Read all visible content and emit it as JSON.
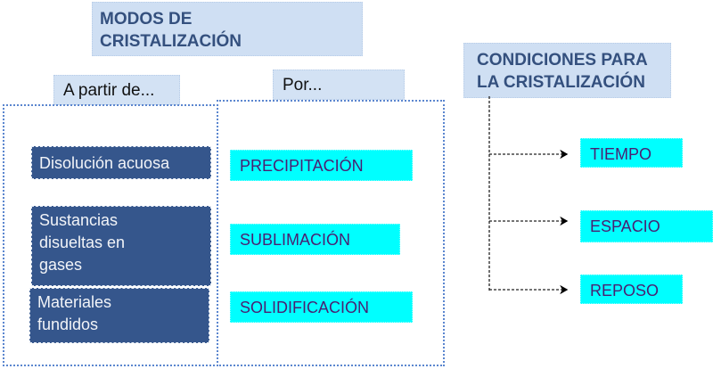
{
  "title": {
    "line1": "MODOS DE",
    "line2": "CRISTALIZACIÓN"
  },
  "from_header": "A partir de...",
  "by_header": "Por...",
  "sources": [
    "Disolución acuosa",
    "Sustancias disueltas en gases",
    "Materiales fundidos"
  ],
  "methods": [
    "PRECIPITACIÓN",
    "SUBLIMACIÓN",
    "SOLIDIFICACIÓN"
  ],
  "conditions": {
    "title_line1": "CONDICIONES PARA",
    "title_line2": "LA CRISTALIZACIÓN",
    "items": [
      "TIEMPO",
      "ESPACIO",
      "REPOSO"
    ]
  },
  "colors": {
    "header_bg": "#cfdff3",
    "dark_box": "#35568c",
    "cyan_box": "#00ffff",
    "method_text": "#4a1f72"
  }
}
